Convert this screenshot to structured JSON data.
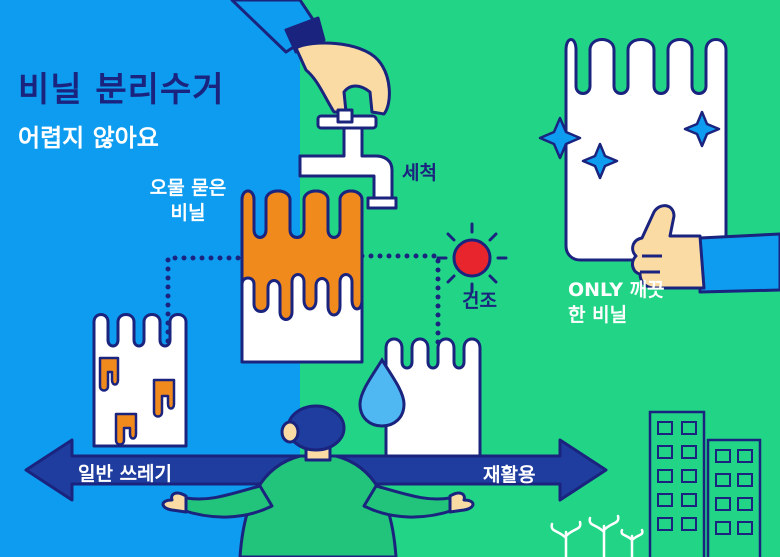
{
  "title": {
    "line1": "비닐 분리수거",
    "line2": "어렵지 않아요"
  },
  "labels": {
    "dirty_vinyl": "오물 묻은 비닐",
    "wash": "세척",
    "dry": "건조",
    "only_clean": "ONLY 깨끗한 비닐",
    "general_waste": "일반 쓰레기",
    "recycle": "재활용"
  },
  "colors": {
    "left_bg": "#0d9cf0",
    "right_bg": "#22d586",
    "outline": "#1a237e",
    "stain": "#f08a1c",
    "arrow": "#1f3d9e",
    "sun": "#e8242c"
  }
}
